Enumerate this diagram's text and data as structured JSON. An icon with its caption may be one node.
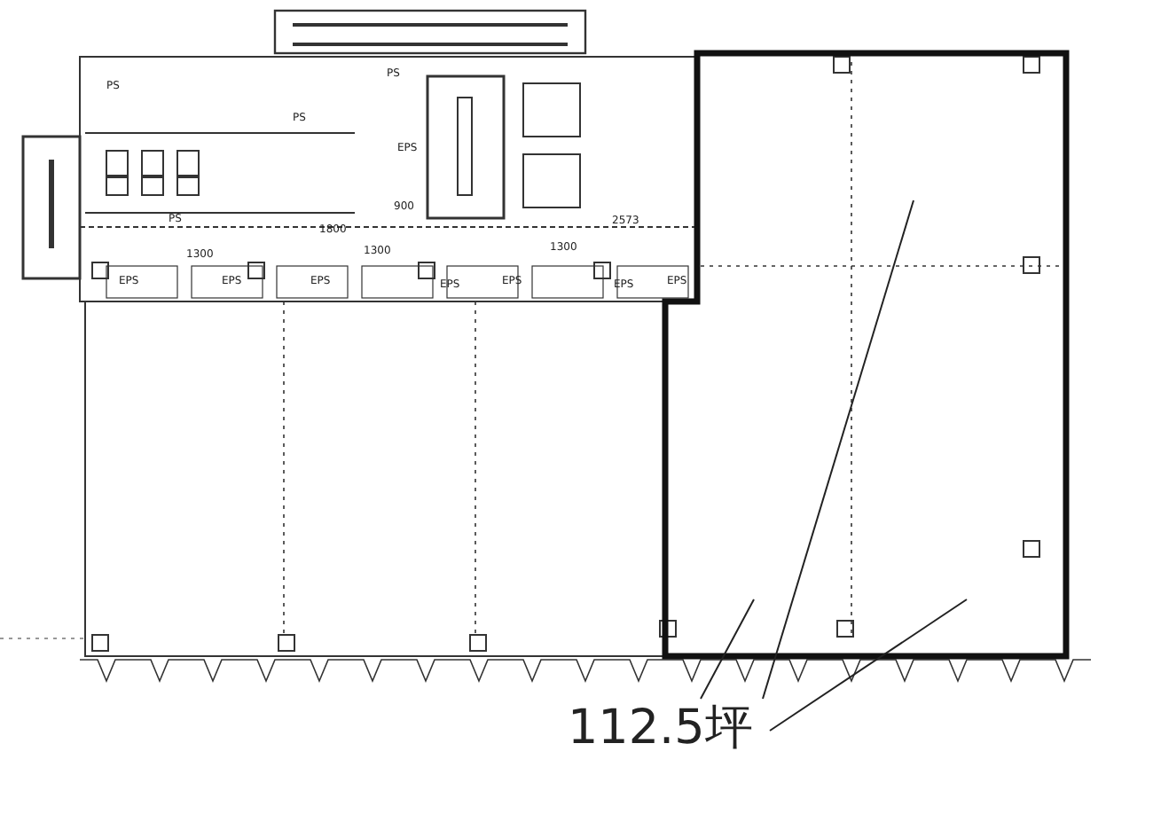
{
  "diagram": {
    "nodes": [
      {
        "text": [
          "112.5坪"
        ]
      },
      {
        "text": [],
        "shape": "box"
      }
    ],
    "edges": [
      {
        "from": 0,
        "to": 1,
        "arrow": "none"
      },
      {
        "from": 0,
        "to": 1,
        "arrow": "none"
      },
      {
        "from": 0,
        "to": 1,
        "arrow": "none"
      }
    ],
    "labels": [
      "PS",
      "PS",
      "PS",
      "EPS",
      "PS",
      "900",
      "1800",
      "2573",
      "1300",
      "1300",
      "1300",
      "EPS",
      "EPS",
      "EPS",
      "EPS",
      "EPS",
      "EPS",
      "EPS"
    ]
  }
}
